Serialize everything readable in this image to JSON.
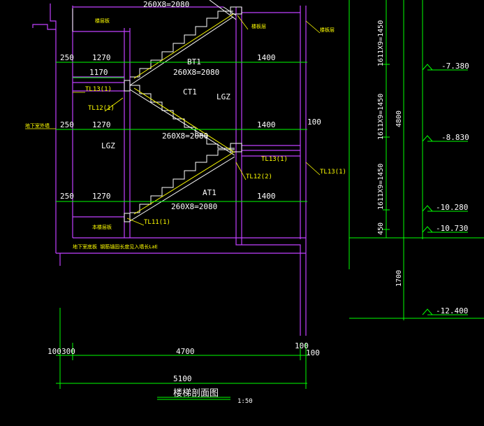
{
  "colors": {
    "background": "#000000",
    "wall": "#c040ff",
    "dimension": "#00ff00",
    "text": "#ffffff",
    "annotation": "#ffff00",
    "beam": "#ffffff"
  },
  "stair_notes": {
    "upper_flight": "260X8=2080",
    "middle_flight": "260X8=2080",
    "lower_flight": "260X8=2080",
    "bt1": "BT1",
    "ct1": "CT1",
    "at1": "AT1",
    "lgz_right": "LGZ",
    "lgz_left": "LGZ"
  },
  "dims": {
    "d250a": "250",
    "d1270a": "1270",
    "d1400a": "1400",
    "d1170": "1170",
    "d250b": "250",
    "d1270b": "1270",
    "d1400b": "1400",
    "d100a": "100",
    "d250c": "250",
    "d1270c": "1270",
    "d1400c": "1400",
    "bot100l": "100",
    "bot300": "300",
    "bot4700": "4700",
    "bot100r1": "100",
    "bot100r2": "100",
    "total": "5100"
  },
  "right_dims": {
    "seg1": "1611X9=1450",
    "seg2": "1611X9=1450",
    "seg3": "1611X9=1450",
    "seg4": "450",
    "total": "4800",
    "lower": "1700"
  },
  "levels": [
    "-7.380",
    "-8.830",
    "-10.280",
    "-10.730",
    "-12.400"
  ],
  "beam_labels": {
    "tl13_left": "TL13(1)",
    "tl12_left": "TL12(1)",
    "tl13_right": "TL13(1)",
    "tl13_far": "TL13(1)",
    "tl12_right": "TL12(2)",
    "tl11": "TL11(1)"
  },
  "callouts": {
    "top_floor_slab": "楼层板",
    "right_landing": "楼板层",
    "right_edge": "楼板层",
    "left_base": "地下室外墙",
    "bottom_left": "本楼层板",
    "bottom_note": "地下室底板 钢筋锚固长度见入墙长LaE"
  },
  "title": {
    "main": "楼梯剖面图",
    "scale": "1:50"
  }
}
